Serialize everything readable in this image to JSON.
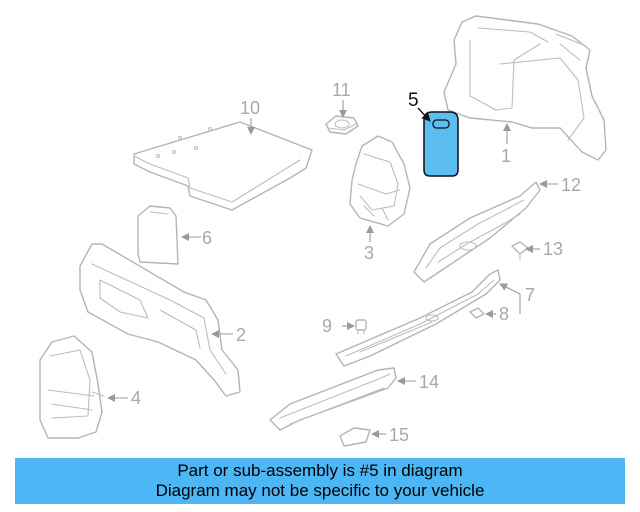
{
  "callouts": {
    "c1": "1",
    "c2": "2",
    "c3": "3",
    "c4": "4",
    "c5": "5",
    "c6": "6",
    "c7": "7",
    "c8": "8",
    "c9": "9",
    "c10": "10",
    "c11": "11",
    "c12": "12",
    "c13": "13",
    "c14": "14",
    "c15": "15"
  },
  "highlighted_part": "5",
  "colors": {
    "highlight": "#5bbdf2",
    "banner": "#4db6f4",
    "line_art": "#b4b4b4"
  },
  "banner": {
    "line1": "Part or sub-assembly is #5 in diagram",
    "line2": "Diagram may not be specific to your vehicle"
  }
}
